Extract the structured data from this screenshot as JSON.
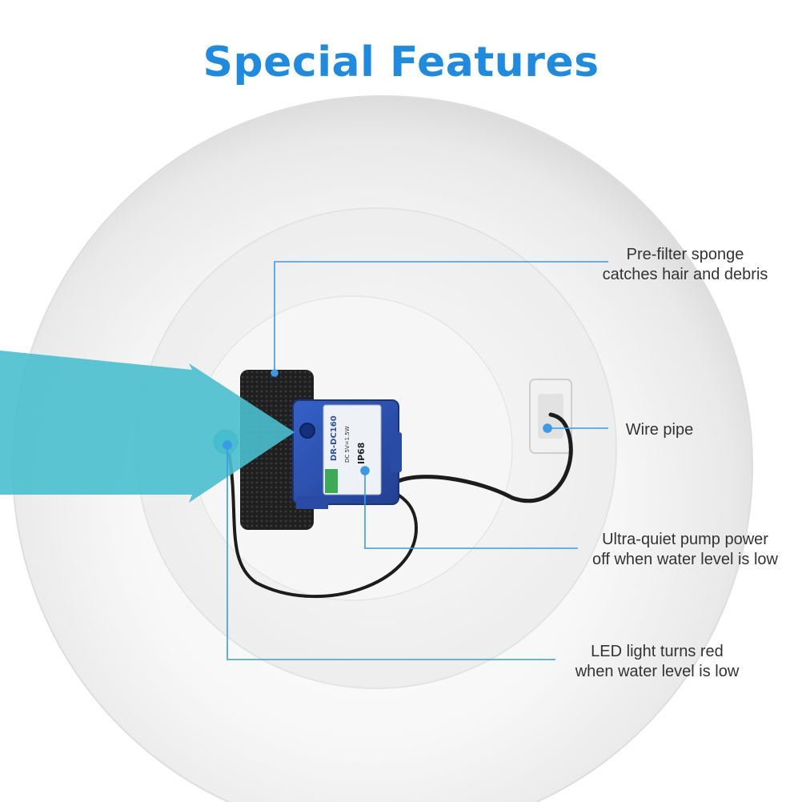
{
  "title": "Special Features",
  "colors": {
    "title": "#1e8ae0",
    "callout_line": "#3a9ae6",
    "arrow": "#49bfcf",
    "pump_body": "#2b4fb0",
    "sponge": "#232323",
    "bowl": "#f2f2f2",
    "label_text": "#333333"
  },
  "pump_label": {
    "model": "DR-DC160",
    "rating": "IP68",
    "spec": "DC 5V=1.5W"
  },
  "callouts": [
    {
      "id": "pre-filter-sponge",
      "lines": [
        "Pre-filter sponge",
        "catches hair and debris"
      ]
    },
    {
      "id": "wire-pipe",
      "lines": [
        "Wire pipe"
      ]
    },
    {
      "id": "ultra-quiet-pump",
      "lines": [
        "Ultra-quiet pump power",
        "off when water level is low"
      ]
    },
    {
      "id": "led-light",
      "lines": [
        "LED light turns red",
        "when water level is low"
      ]
    }
  ]
}
